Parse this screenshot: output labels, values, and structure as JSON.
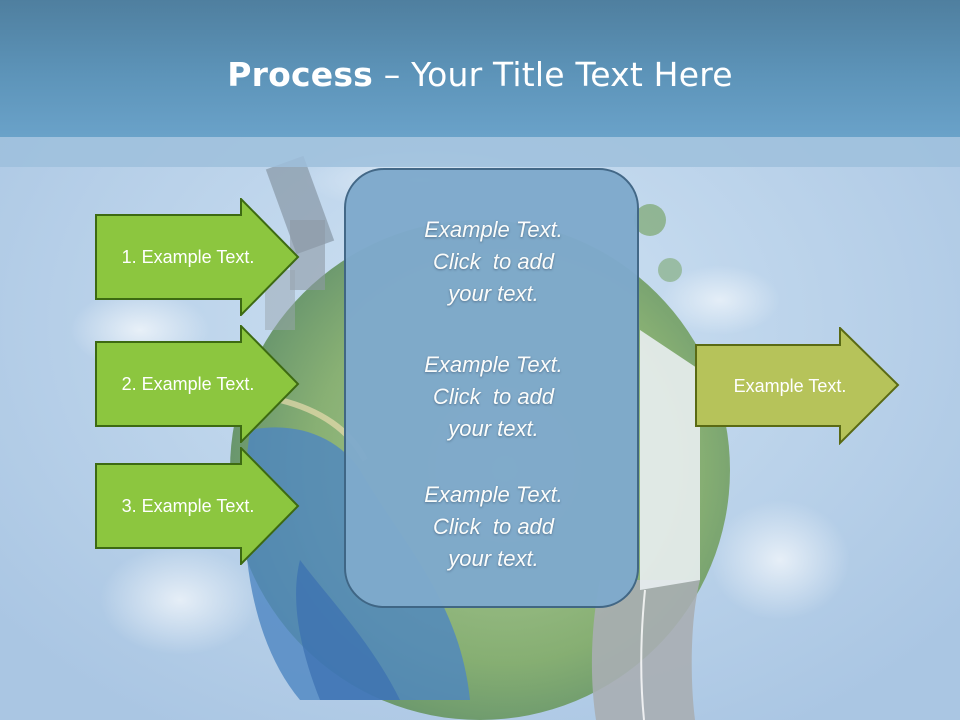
{
  "title": {
    "bold": "Process",
    "rest": " – Your Title Text Here"
  },
  "left_arrows": [
    {
      "label": "1. Example Text."
    },
    {
      "label": "2. Example Text."
    },
    {
      "label": "3. Example Text."
    }
  ],
  "center_box": {
    "blocks": [
      "Example Text.\nClick  to add\nyour text.",
      "Example Text.\nClick  to add\nyour text.",
      "Example Text.\nClick  to add\nyour text."
    ]
  },
  "right_arrow": {
    "label": "Example Text."
  },
  "colors": {
    "header": "#5d94b9",
    "left_arrow_fill": "#8cc63f",
    "left_arrow_border": "#3d6a12",
    "right_arrow_fill": "#b6c35a",
    "center_box_fill": "#7faacc",
    "center_box_border": "#3f6584"
  },
  "background_image": "planet-globe-with-city-road-and-clouds"
}
